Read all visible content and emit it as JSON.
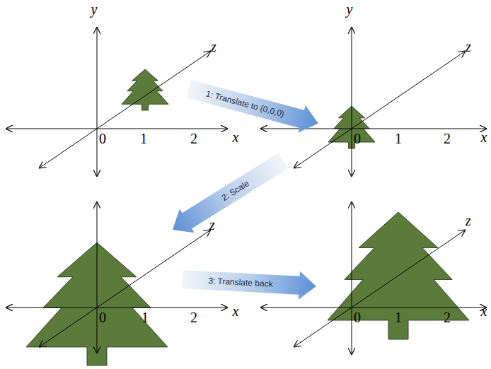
{
  "diagram": {
    "nodes": [
      {
        "text": [
          "1: Translate to (0,0,0)"
        ]
      },
      {
        "text": [
          "2: Scale"
        ]
      },
      {
        "text": [
          "3: Translate back"
        ]
      }
    ],
    "labels": [
      "y",
      "z",
      "0",
      "1",
      "2",
      "x",
      "y",
      "z",
      "0",
      "1",
      "2",
      "x",
      "z",
      "0",
      "1",
      "2",
      "x",
      "z",
      "0",
      "1",
      "2",
      "x"
    ]
  }
}
